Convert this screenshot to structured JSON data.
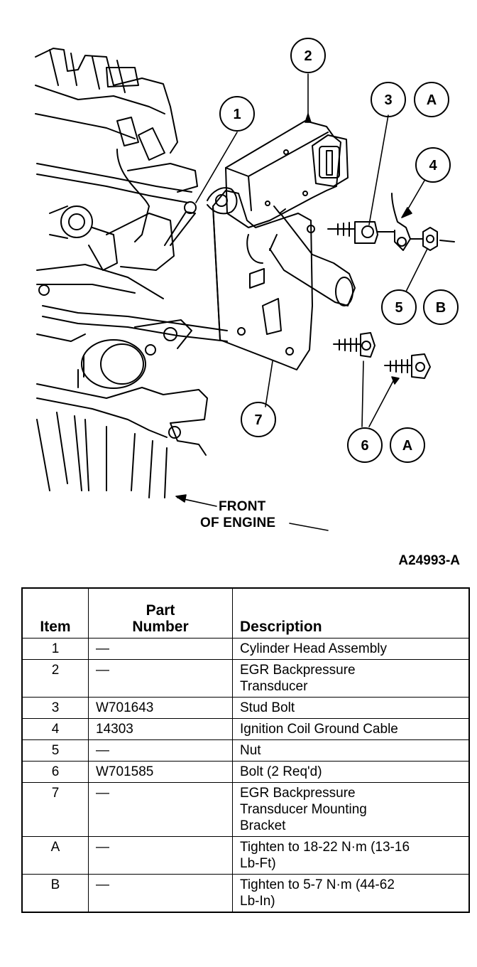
{
  "diagram": {
    "callouts": [
      "1",
      "2",
      "3",
      "A",
      "4",
      "5",
      "B",
      "6",
      "A",
      "7"
    ],
    "front_label_line1": "FRONT",
    "front_label_line2": "OF ENGINE",
    "figure_id": "A24993-A"
  },
  "table": {
    "headers": {
      "item": "Item",
      "part_line1": "Part",
      "part_line2": "Number",
      "description": "Description"
    },
    "rows": [
      {
        "item": "1",
        "part": "—",
        "desc": [
          "Cylinder Head Assembly"
        ]
      },
      {
        "item": "2",
        "part": "—",
        "desc": [
          "EGR Backpressure",
          "Transducer"
        ]
      },
      {
        "item": "3",
        "part": "W701643",
        "desc": [
          "Stud Bolt"
        ]
      },
      {
        "item": "4",
        "part": "14303",
        "desc": [
          "Ignition Coil Ground Cable"
        ]
      },
      {
        "item": "5",
        "part": "—",
        "desc": [
          "Nut"
        ]
      },
      {
        "item": "6",
        "part": "W701585",
        "desc": [
          "Bolt (2 Req'd)"
        ]
      },
      {
        "item": "7",
        "part": "—",
        "desc": [
          "EGR Backpressure",
          "Transducer Mounting",
          "Bracket"
        ]
      },
      {
        "item": "A",
        "part": "—",
        "desc": [
          "Tighten to 18-22 N·m (13-16",
          "Lb-Ft)"
        ]
      },
      {
        "item": "B",
        "part": "—",
        "desc": [
          "Tighten to 5-7 N·m (44-62",
          "Lb-In)"
        ]
      }
    ]
  }
}
